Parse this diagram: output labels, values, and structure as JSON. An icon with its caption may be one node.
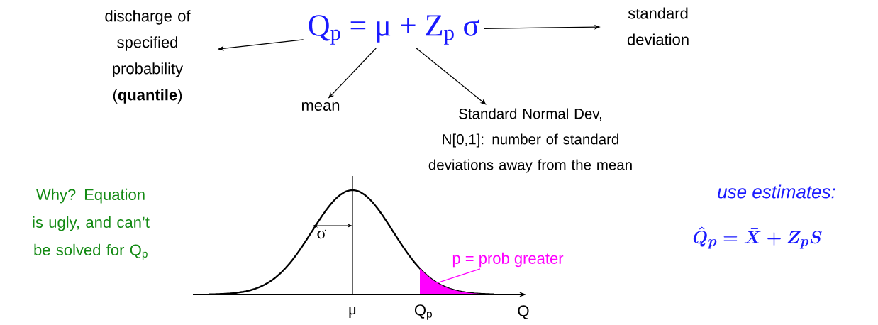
{
  "diagram": {
    "nodes": [
      {
        "text": [
          "Q$_{p}$ = μ + Z$_{p}$ σ"
        ]
      },
      {
        "text": [
          "discharge of specified probability (**quantile**)"
        ]
      },
      {
        "text": [
          "mean"
        ]
      },
      {
        "text": [
          "Standard Normal Dev, N[0,1]: number of standard deviations away from the mean"
        ]
      },
      {
        "text": [
          "standard deviation"
        ]
      },
      {
        "text": [
          "p = prob greater"
        ]
      },
      {
        "text": [],
        "shape": "region"
      }
    ],
    "edges": [
      {
        "from": 0,
        "to": 1,
        "arrow": "to"
      },
      {
        "from": 0,
        "to": 2,
        "arrow": "to"
      },
      {
        "from": 0,
        "to": 3,
        "arrow": "to"
      },
      {
        "from": 0,
        "to": 4,
        "arrow": "to"
      },
      {
        "from": 5,
        "to": 6,
        "arrow": "none",
        "color": "#ff00ff"
      }
    ],
    "labels": [
      "Why? Equation is ugly, and can’t be solved for Q$_{p}$",
      "σ",
      "μ",
      "Q$_{p}$",
      "Q",
      "use estimates:",
      "\\hat{Q}_p = \\bar{X} + Z_p S"
    ]
  }
}
